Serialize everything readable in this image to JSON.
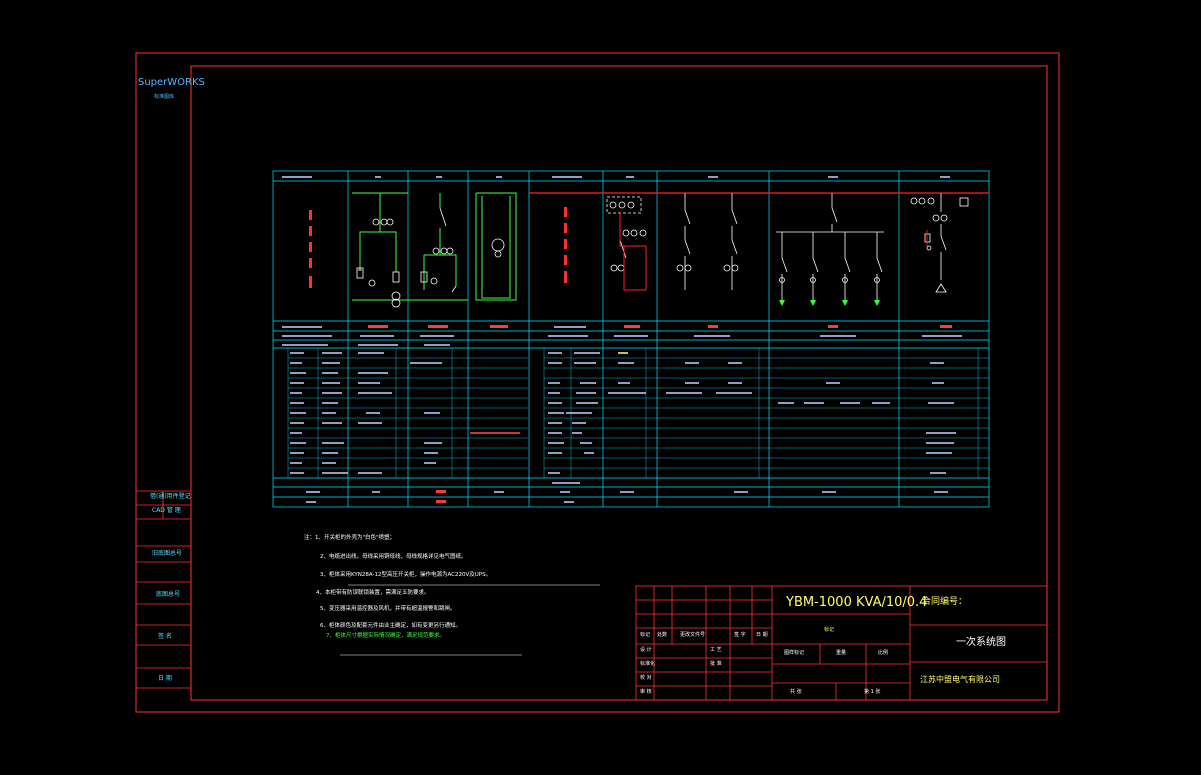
{
  "brand": {
    "name": "SuperWORKS",
    "sub": "标准图库"
  },
  "side_labels": [
    "借(通)用件登记",
    "CAD 管 理",
    "旧底图总号",
    "底图总号",
    "签 名",
    "日 期"
  ],
  "notes": {
    "lead": "注：1、开关柜的外壳为\"白色\"喷塑；",
    "items": [
      "2、电缆进出线，母线采用铜母线，母线规格详见电气图纸。",
      "3、柜体采用KYN28A-12型高压开关柜，操作电源为AC220V及UPS。",
      "4、本柜带有防误联锁装置，需满足五防要求。",
      "5、变压器采用温控器及风机，并带有超温报警和跳闸。",
      "6、柜体颜色及配套元件由业主确定，如有变更另行通知。"
    ],
    "green": "7、柜体尺寸根据实际情况确定，满足规范要求。"
  },
  "title_block": {
    "product": "YBM-1000 KVA/10/0.4",
    "contract_label": "合同编号：",
    "drawing_title": "一次系统图",
    "company": "江苏中盟电气有限公司",
    "stage": "标记",
    "row_labels": [
      "标记",
      "处数",
      "更改文件号",
      "签 字",
      "日 期"
    ],
    "left_labels": [
      "设 计",
      "标准化",
      "校 对",
      "审 核",
      "工 艺",
      "批 准"
    ],
    "mid_labels": [
      "图样标记",
      "重量",
      "比例",
      "共 张",
      "第 1 张"
    ]
  },
  "colors": {
    "frame_outer": "#ff3030",
    "frame_inner": "#ff3030",
    "table_lines": "#00e5ff",
    "busbar": "#ff2020",
    "device_green": "#3dff3d",
    "label_yellow": "#ffff66"
  }
}
